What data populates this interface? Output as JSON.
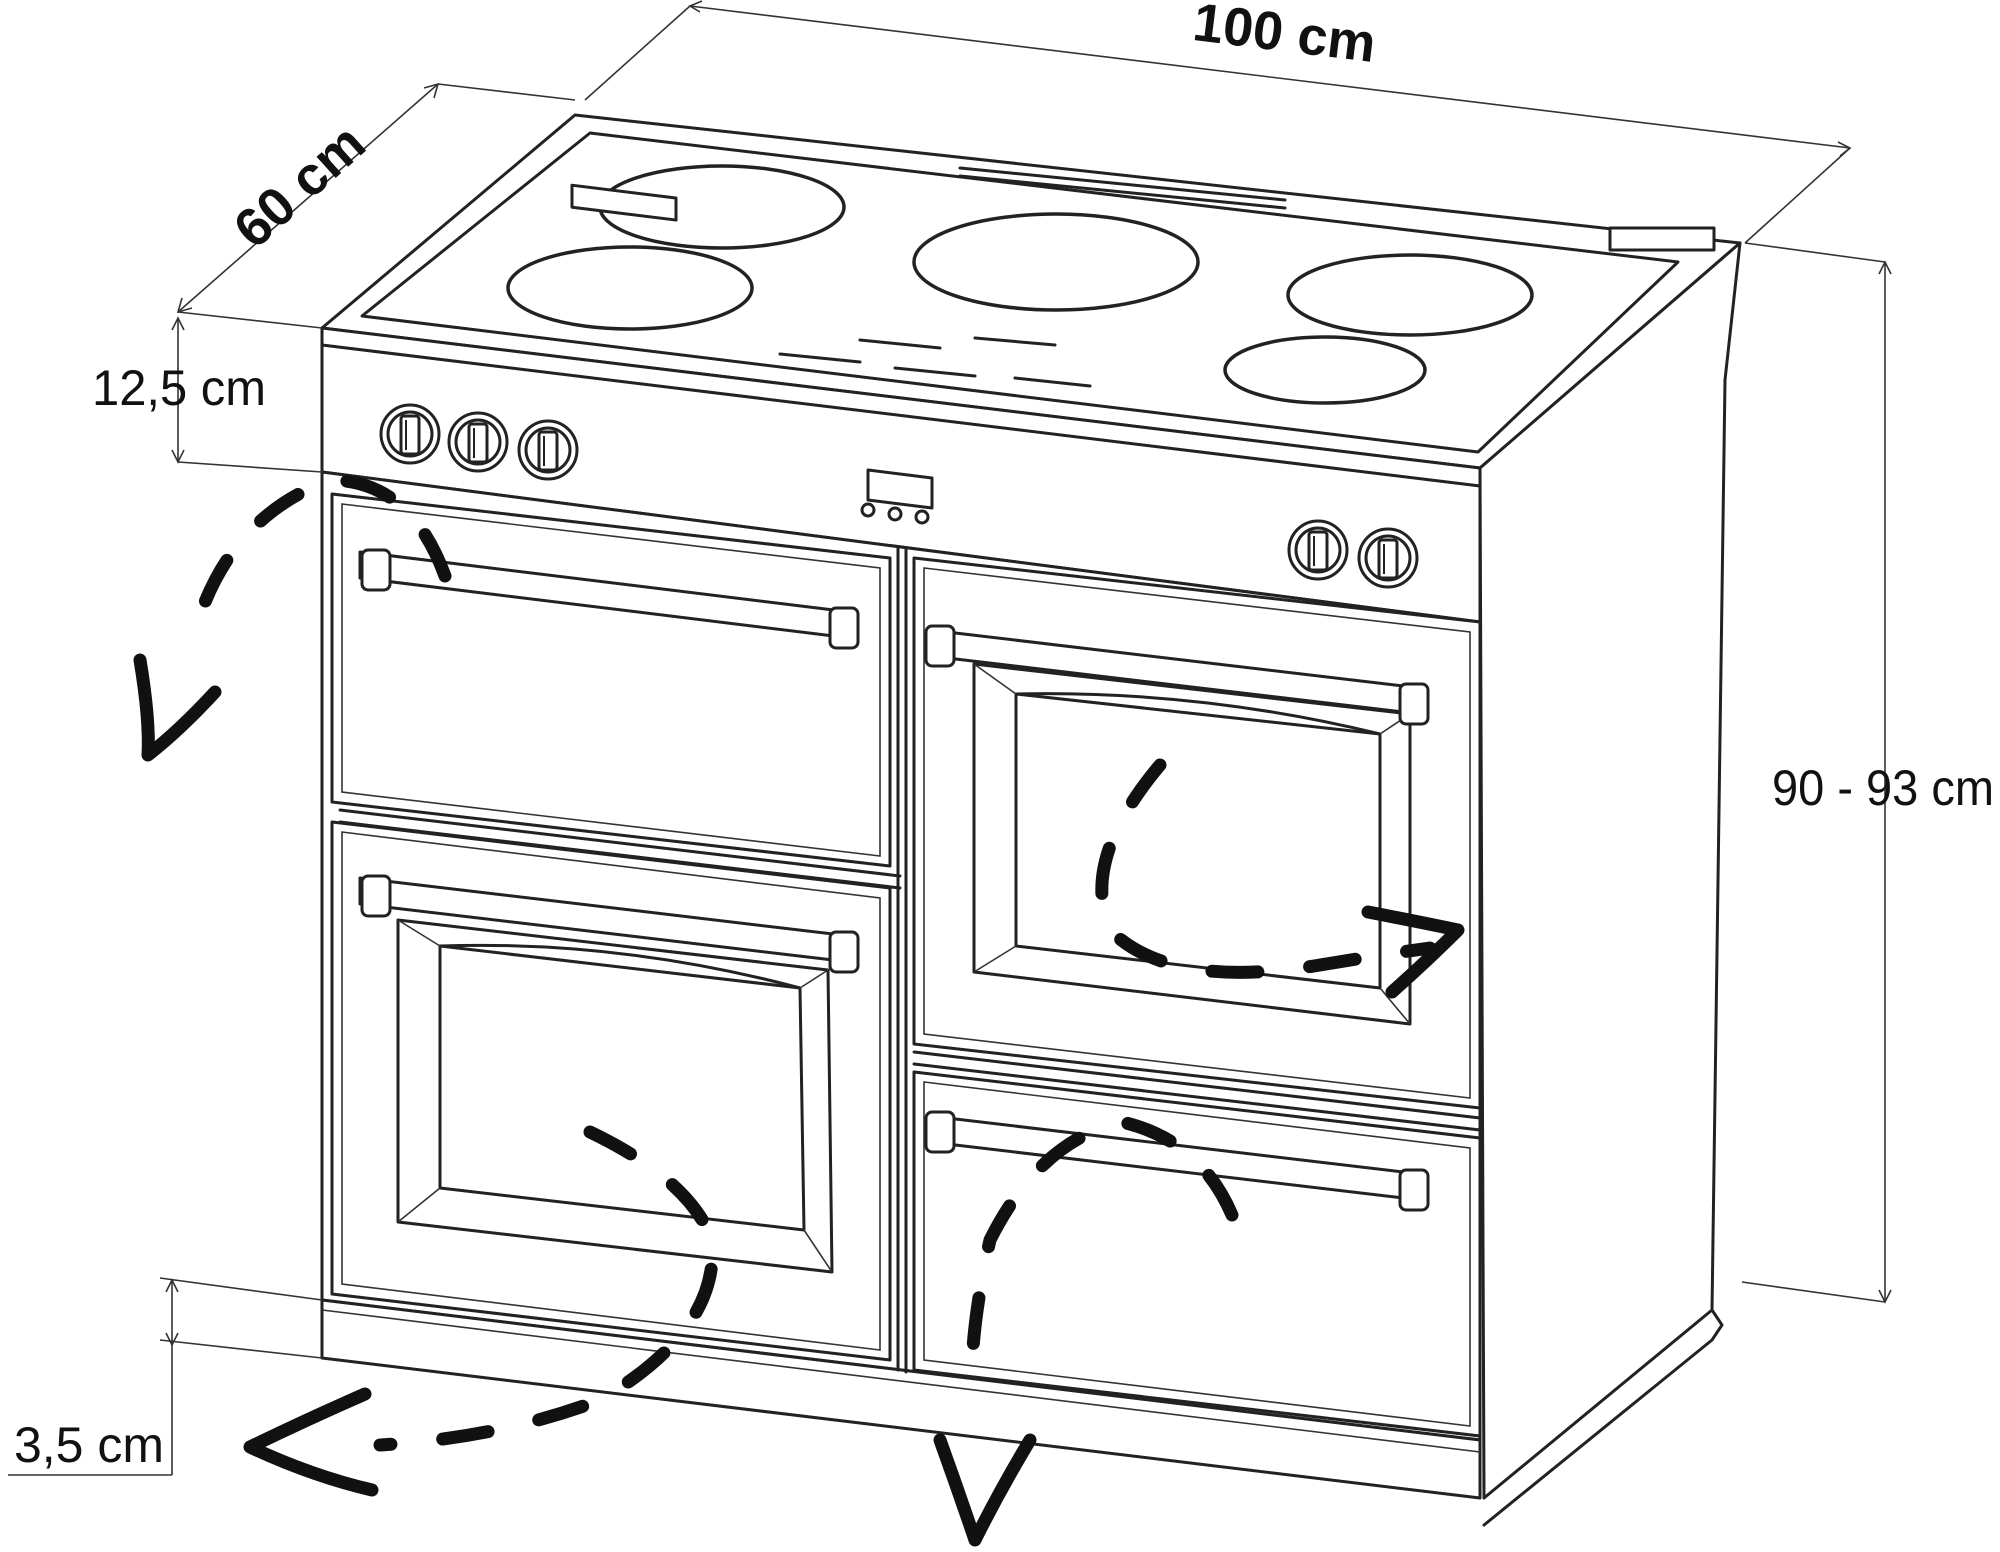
{
  "dimensions": {
    "width": "100 cm",
    "depth": "60 cm",
    "control_panel_height": "12,5 cm",
    "total_height": "90 - 93 cm",
    "plinth_height": "3,5 cm"
  },
  "colors": {
    "line": "#222222",
    "background": "#ffffff",
    "arrow": "#111111"
  },
  "icons": {
    "knob": "control-knob-icon",
    "arrow": "door-opening-arrow-icon"
  }
}
